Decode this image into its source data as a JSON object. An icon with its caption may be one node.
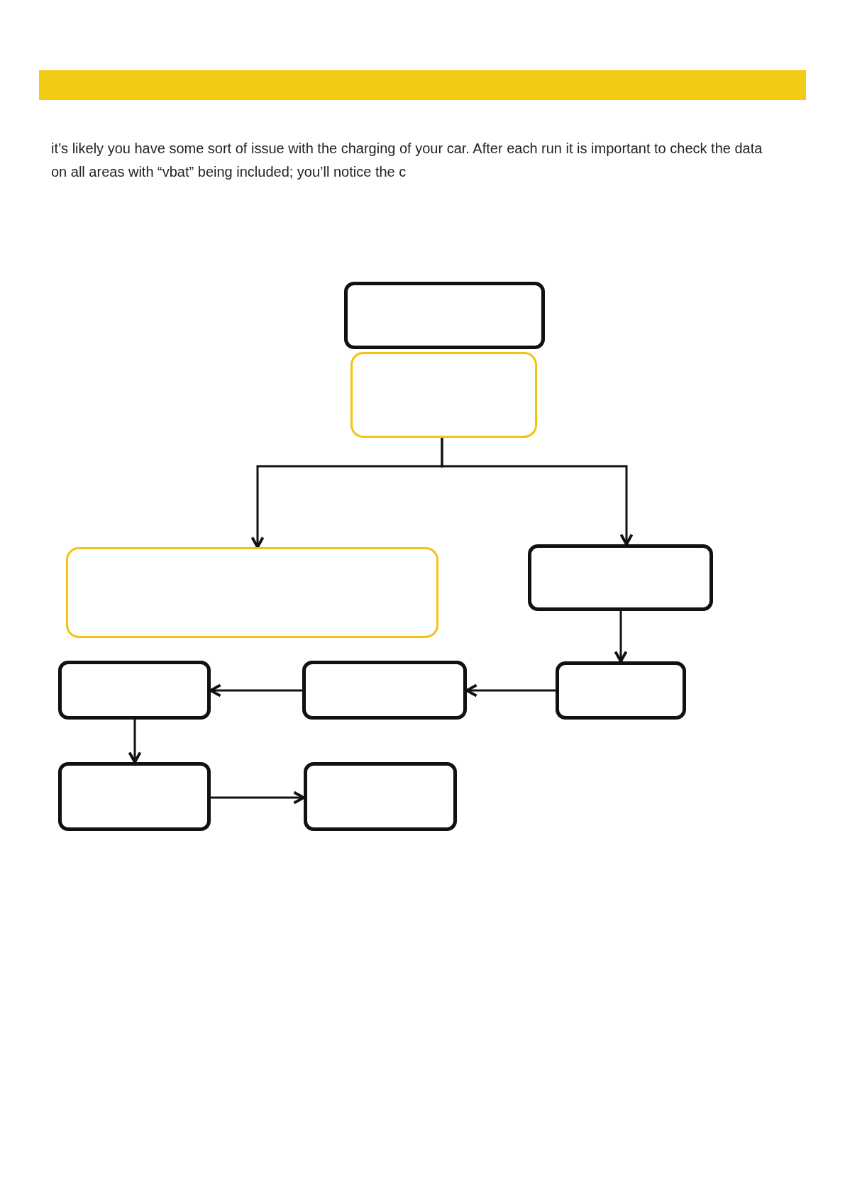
{
  "diagram": {
    "nodes": [
      {
        "text": [],
        "shape": "box"
      },
      {
        "text": [],
        "shape": "box"
      },
      {
        "text": [],
        "shape": "box"
      },
      {
        "text": [],
        "shape": "box"
      },
      {
        "text": [],
        "shape": "box"
      },
      {
        "text": [],
        "shape": "box"
      },
      {
        "text": [],
        "shape": "box"
      },
      {
        "text": [],
        "shape": "box"
      },
      {
        "text": [],
        "shape": "box"
      }
    ],
    "edges": [
      {
        "from": 1,
        "to": 2,
        "arrow": "to"
      },
      {
        "from": 1,
        "to": 3,
        "arrow": "to"
      },
      {
        "from": 3,
        "to": 4,
        "arrow": "to"
      },
      {
        "from": 4,
        "to": 5,
        "arrow": "to"
      },
      {
        "from": 5,
        "to": 6,
        "arrow": "to"
      },
      {
        "from": 6,
        "to": 7,
        "arrow": "to"
      },
      {
        "from": 7,
        "to": 8,
        "arrow": "to"
      }
    ],
    "labels": [
      "it’s likely you have some sort of issue with the charging of your car. After each run it is important to check the data on all areas with “vbat” being included; you’ll notice the c"
    ]
  }
}
